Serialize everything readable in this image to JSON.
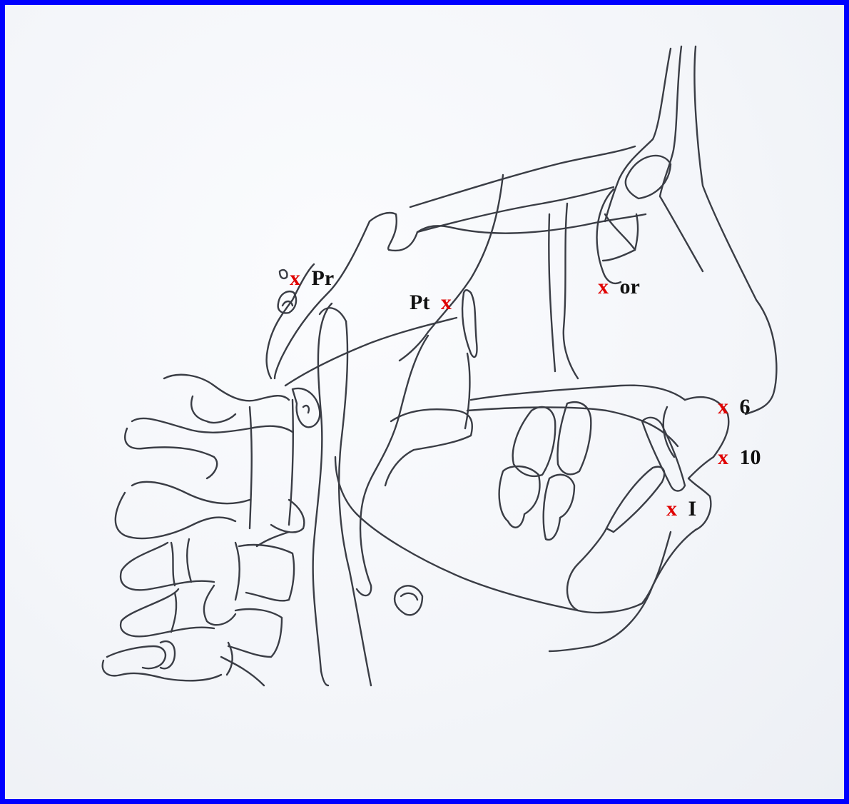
{
  "colors": {
    "border": "#0000ff",
    "marker": "#e00000",
    "label": "#111111",
    "tracing_line": "#3a3d45"
  },
  "landmarks": [
    {
      "id": "pr",
      "marker": "x",
      "label": "Pr",
      "marker_first": true
    },
    {
      "id": "pt",
      "marker": "x",
      "label": "Pt",
      "marker_first": false
    },
    {
      "id": "or",
      "marker": "x",
      "label": "or",
      "marker_first": true
    },
    {
      "id": "six",
      "marker": "x",
      "label": "6",
      "marker_first": true
    },
    {
      "id": "ten",
      "marker": "x",
      "label": "10",
      "marker_first": true
    },
    {
      "id": "incisor",
      "marker": "x",
      "label": "I",
      "marker_first": true
    }
  ]
}
